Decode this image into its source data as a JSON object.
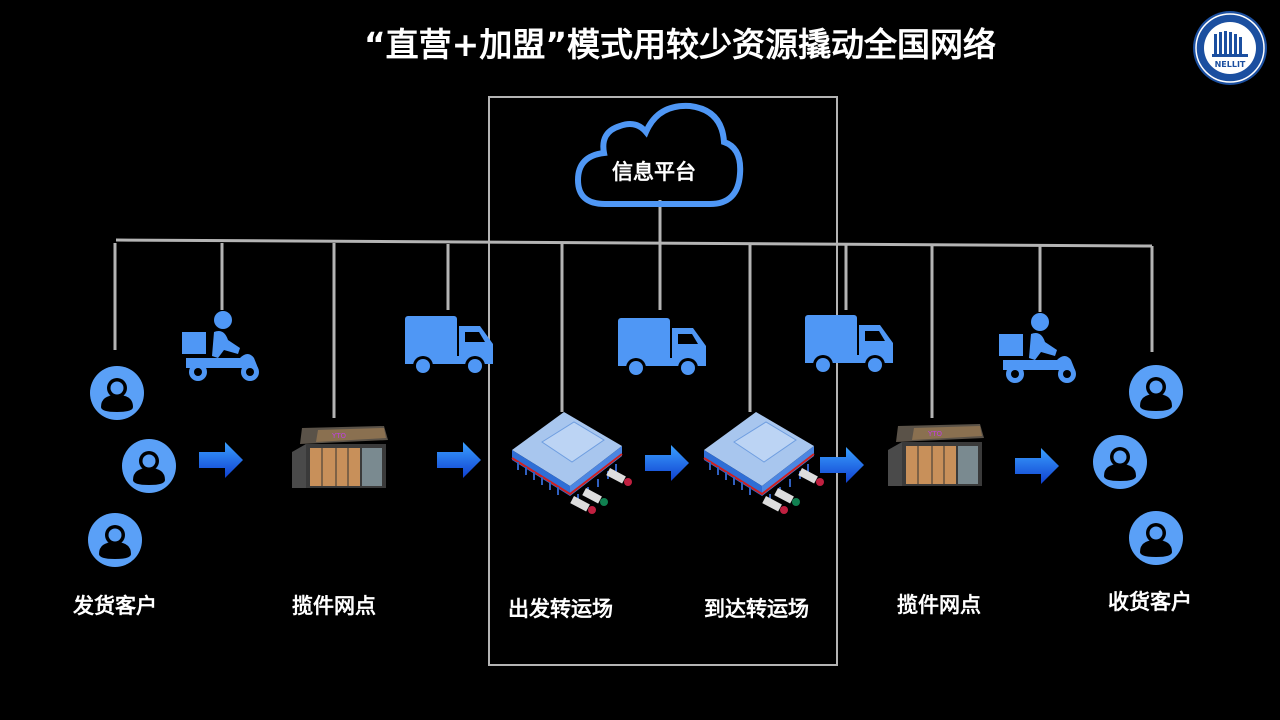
{
  "title": "“直营+加盟”模式用较少资源撬动全国网络",
  "logo": {
    "text": "NELLIT",
    "icon": "institution-seal-logo"
  },
  "platform": {
    "label": "信息平台",
    "icon": "cloud-icon"
  },
  "nodes": [
    {
      "label": "发货客户",
      "icon": "user-group-icon"
    },
    {
      "label": "揽件网点",
      "icon": "storefront-icon"
    },
    {
      "label": "出发转运场",
      "icon": "sorting-hub-icon"
    },
    {
      "label": "到达转运场",
      "icon": "sorting-hub-icon"
    },
    {
      "label": "揽件网点",
      "icon": "storefront-icon"
    },
    {
      "label": "收货客户",
      "icon": "user-group-icon"
    }
  ],
  "vehicles": [
    "scooter-courier-icon",
    "truck-icon",
    "truck-icon",
    "truck-icon",
    "scooter-courier-icon"
  ],
  "colors": {
    "accent": "#4f97f5",
    "line": "#b4b4b4",
    "arrow_top": "#3aa0ff",
    "arrow_bottom": "#1040d0",
    "background": "#000000"
  }
}
